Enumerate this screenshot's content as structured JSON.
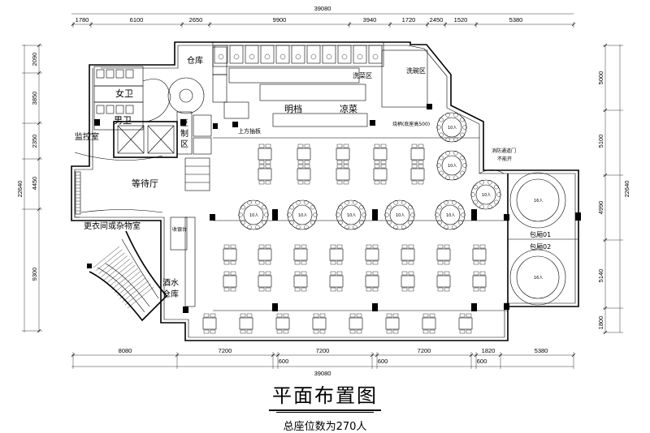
{
  "plan_title": "平面布置图",
  "seat_total": "总座位数为270人",
  "dims": {
    "top_total": "39080",
    "top": [
      "1780",
      "6100",
      "2650",
      "9900",
      "3940",
      "1720",
      "2450",
      "1520",
      "5380"
    ],
    "bottom_total": "39080",
    "bottom": [
      "8080",
      "7200",
      "7200",
      "7200",
      "1820",
      "5380"
    ],
    "bottom_gaps": [
      "600",
      "600",
      "600"
    ],
    "left_total": "22640",
    "left": [
      "2090",
      "3850",
      "2350",
      "4450",
      "9300"
    ],
    "right_total": "22640",
    "right": [
      "5000",
      "5100",
      "4990",
      "5140",
      "1800"
    ]
  },
  "rooms": {
    "warehouse": "仓库",
    "female_wc": "女卫",
    "male_wc": "男卫",
    "monitor": "监控室",
    "waiting_hall": "等待厅",
    "locker": "更衣间或杂物室",
    "wine_store_1": "酒水",
    "wine_store_2": "仓库",
    "cashier": "收银台",
    "tofu": "豆",
    "tofu2": "制",
    "tofu3": "区",
    "bright_stall": "明档",
    "cold_dish": "凉菜",
    "wash_area": "洗菜区",
    "dishwash": "洗碗区",
    "private_1": "包厢01",
    "private_2": "包厢02",
    "fire_door": "消防通道门",
    "fire_door_note": "不能开",
    "top_hood": "上方抽板",
    "stove_note": "烧柄(底座高500)"
  },
  "round_tables": [
    "10人",
    "10人",
    "10人",
    "10人",
    "10人",
    "10人",
    "10人",
    "10人",
    "10人",
    "10人",
    "10人"
  ],
  "vip_tables": [
    "16人",
    "16人"
  ]
}
